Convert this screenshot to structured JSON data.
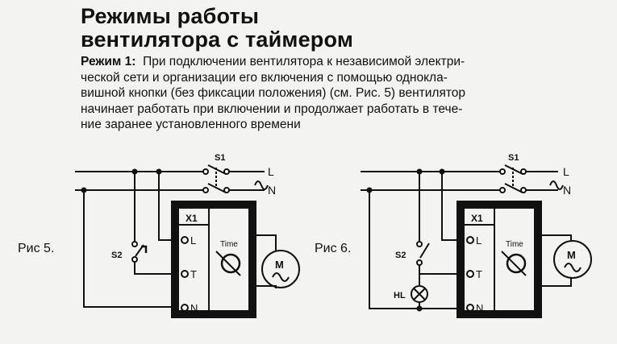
{
  "title_lines": [
    "Режимы работы",
    "вентилятора с таймером"
  ],
  "mode": {
    "label": "Режим 1:",
    "lines": [
      "При подключении вентилятора к независимой электри-",
      "ческой сети и организации его включения с помощью однокла-",
      "вишной кнопки (без фиксации положения) (см. Рис. 5) вентилятор",
      "начинает работать при включении и продолжает работать в тече-",
      "ние заранее установленного времени"
    ]
  },
  "figures": [
    {
      "caption": "Рис 5.",
      "switch1": "S1",
      "switch2": "S2",
      "line_L": "L",
      "line_N": "N",
      "block": "X1",
      "term_L": "L",
      "term_T": "T",
      "term_N": "N",
      "timer": "Time",
      "motor": "M"
    },
    {
      "caption": "Рис 6.",
      "switch1": "S1",
      "switch2": "S2",
      "lamp": "HL",
      "line_L": "L",
      "line_N": "N",
      "block": "X1",
      "term_L": "L",
      "term_T": "T",
      "term_N": "N",
      "timer": "Time",
      "motor": "M"
    }
  ]
}
